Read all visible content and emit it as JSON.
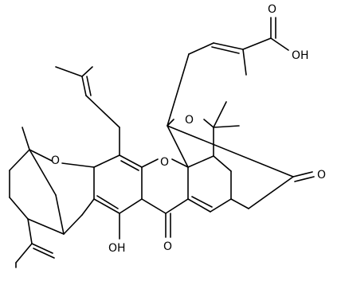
{
  "atom_labels": {
    "acid_carbonyl_o": "O",
    "acid_hydroxyl": "OH",
    "ring_ether_o_left": "O",
    "ring_ether_o_center": "O",
    "bridge_ether_o": "O",
    "ketone_o_right": "O",
    "phenol_hydroxyl": "OH",
    "ketone_o_bottom": "O"
  },
  "colors": {
    "bond": "#000000",
    "background": "#ffffff"
  }
}
